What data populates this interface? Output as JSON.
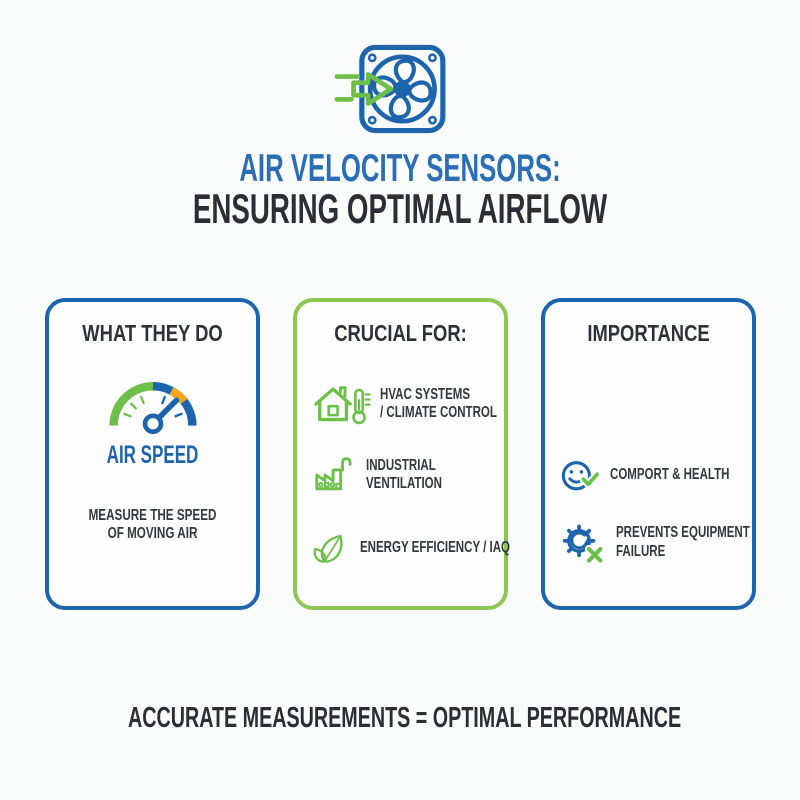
{
  "colors": {
    "blue": "#1d64ad",
    "title_blue": "#2a6eb5",
    "green": "#6cc04a",
    "border_green": "#8cc653",
    "orange": "#f2a71b",
    "dark_text": "#2e3236",
    "background": "#fafbfb"
  },
  "header": {
    "icon": "fan-with-airflow-icon",
    "title_line1": "AIR VELOCITY SENSORS:",
    "title_line2": "ENSURING OPTIMAL AIRFLOW"
  },
  "cards": [
    {
      "id": "what-they-do",
      "heading": "WHAT THEY DO",
      "border_color": "#1d64ad",
      "icon": "gauge-icon",
      "icon_label": "AIR SPEED",
      "description_line1": "MEASURE THE SPEED",
      "description_line2": "OF MOVING AIR"
    },
    {
      "id": "crucial-for",
      "heading": "CRUCIAL FOR:",
      "border_color": "#8cc653",
      "items": [
        {
          "icon": "house-thermometer-icon",
          "label_line1": "HVAC SYSTEMS",
          "label_line2": "/ CLIMATE CONTROL"
        },
        {
          "icon": "factory-icon",
          "label_line1": "INDUSTRIAL",
          "label_line2": "VENTILATION"
        },
        {
          "icon": "leaves-icon",
          "label_line1": "ENERGY EFFICIENCY / IAQ",
          "label_line2": ""
        }
      ]
    },
    {
      "id": "importance",
      "heading": "IMPORTANCE",
      "border_color": "#1d64ad",
      "items": [
        {
          "icon": "smiley-check-icon",
          "label_line1": "COMPORT & HEALTH",
          "label_line2": ""
        },
        {
          "icon": "gear-failure-icon",
          "label_line1": "PREVENTS EQUIPMENT",
          "label_line2": "FAILURE"
        }
      ]
    }
  ],
  "footer": {
    "text": "ACCURATE MEASUREMENTS = OPTIMAL PERFORMANCE"
  }
}
